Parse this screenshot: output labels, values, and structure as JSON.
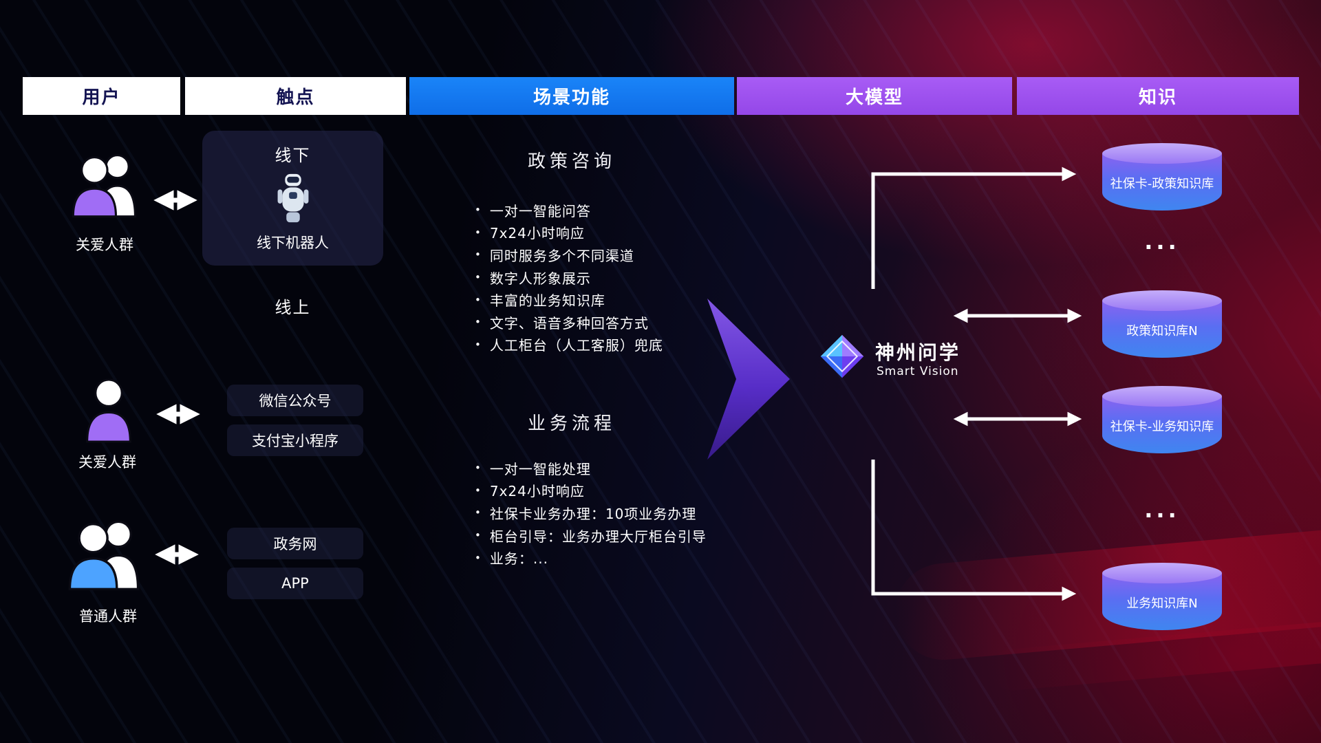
{
  "headers": {
    "user": "用户",
    "touchpoint": "触点",
    "scenario": "场景功能",
    "model": "大模型",
    "knowledge": "知识"
  },
  "users": {
    "group1_label": "关爱人群",
    "person_label": "关爱人群",
    "group2_label": "普通人群"
  },
  "touchpoints": {
    "offline_title": "线下",
    "robot_label": "线下机器人",
    "online_title": "线上",
    "wechat": "微信公众号",
    "alipay": "支付宝小程序",
    "gov": "政务网",
    "app": "APP"
  },
  "scenario1": {
    "title": "政策咨询",
    "items": [
      "一对一智能问答",
      "7x24小时响应",
      "同时服务多个不同渠道",
      "数字人形象展示",
      "丰富的业务知识库",
      "文字、语音多种回答方式",
      "人工柜台（人工客服）兜底"
    ]
  },
  "scenario2": {
    "title": "业务流程",
    "items": [
      "一对一智能处理",
      "7x24小时响应",
      "社保卡业务办理：10项业务办理",
      "柜台引导：业务办理大厅柜台引导",
      "业务：..."
    ]
  },
  "model": {
    "name": "神州问学",
    "subtitle": "Smart Vision"
  },
  "knowledge": {
    "db1": "社保卡-政策知识库",
    "ellipsis1": "...",
    "db2": "政策知识库N",
    "db3": "社保卡-业务知识库",
    "ellipsis2": "...",
    "db4": "业务知识库N"
  },
  "colors": {
    "header_blue": "#1478f2",
    "header_purple": "#a052f0",
    "white_header_text": "#141452",
    "cylinder_purple": "#8a63f0",
    "cylinder_blue": "#3f86f0",
    "person_purple": "#a06df5",
    "person_blue": "#4da3ff",
    "big_arrow_purple": "#6d3df0",
    "arrow_white": "#ffffff"
  }
}
